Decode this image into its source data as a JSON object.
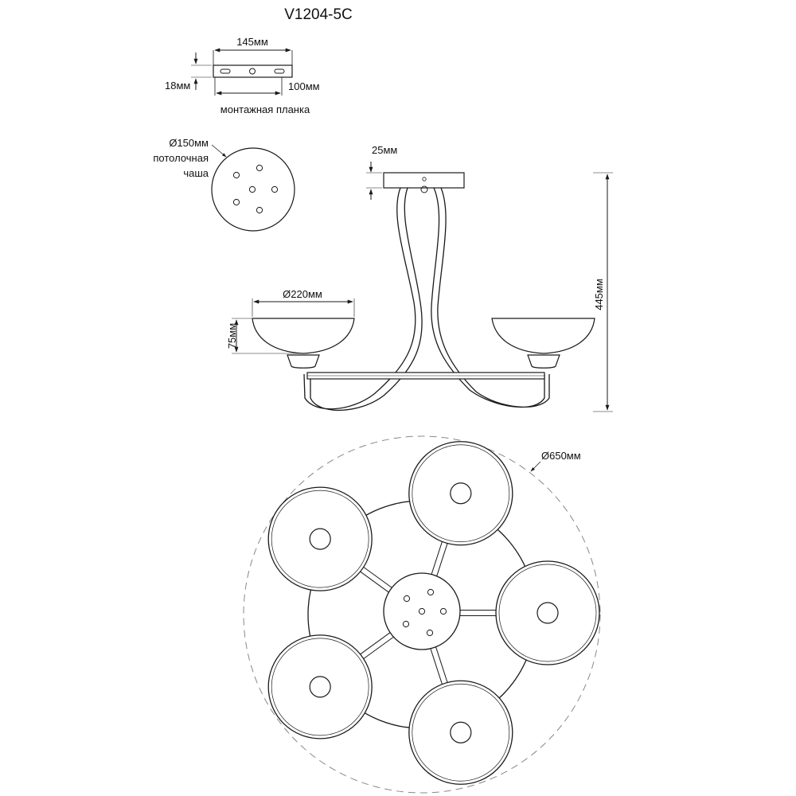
{
  "model": "V1204-5C",
  "mounting_bar": {
    "width_label": "145мм",
    "height_label": "18мм",
    "hole_spacing_label": "100мм",
    "caption": "монтажная планка"
  },
  "ceiling_cup": {
    "diameter_label": "Ø150мм",
    "caption_line1": "потолочная",
    "caption_line2": "чаша"
  },
  "side_view": {
    "canopy_height_label": "25мм",
    "shade_diameter_label": "Ø220мм",
    "shade_height_label": "75мм",
    "total_height_label": "445мм"
  },
  "top_view": {
    "overall_diameter_label": "Ø650мм",
    "arm_count": 5
  },
  "colors": {
    "line": "#1a1a1a",
    "dashed": "#888888",
    "background": "#ffffff"
  }
}
